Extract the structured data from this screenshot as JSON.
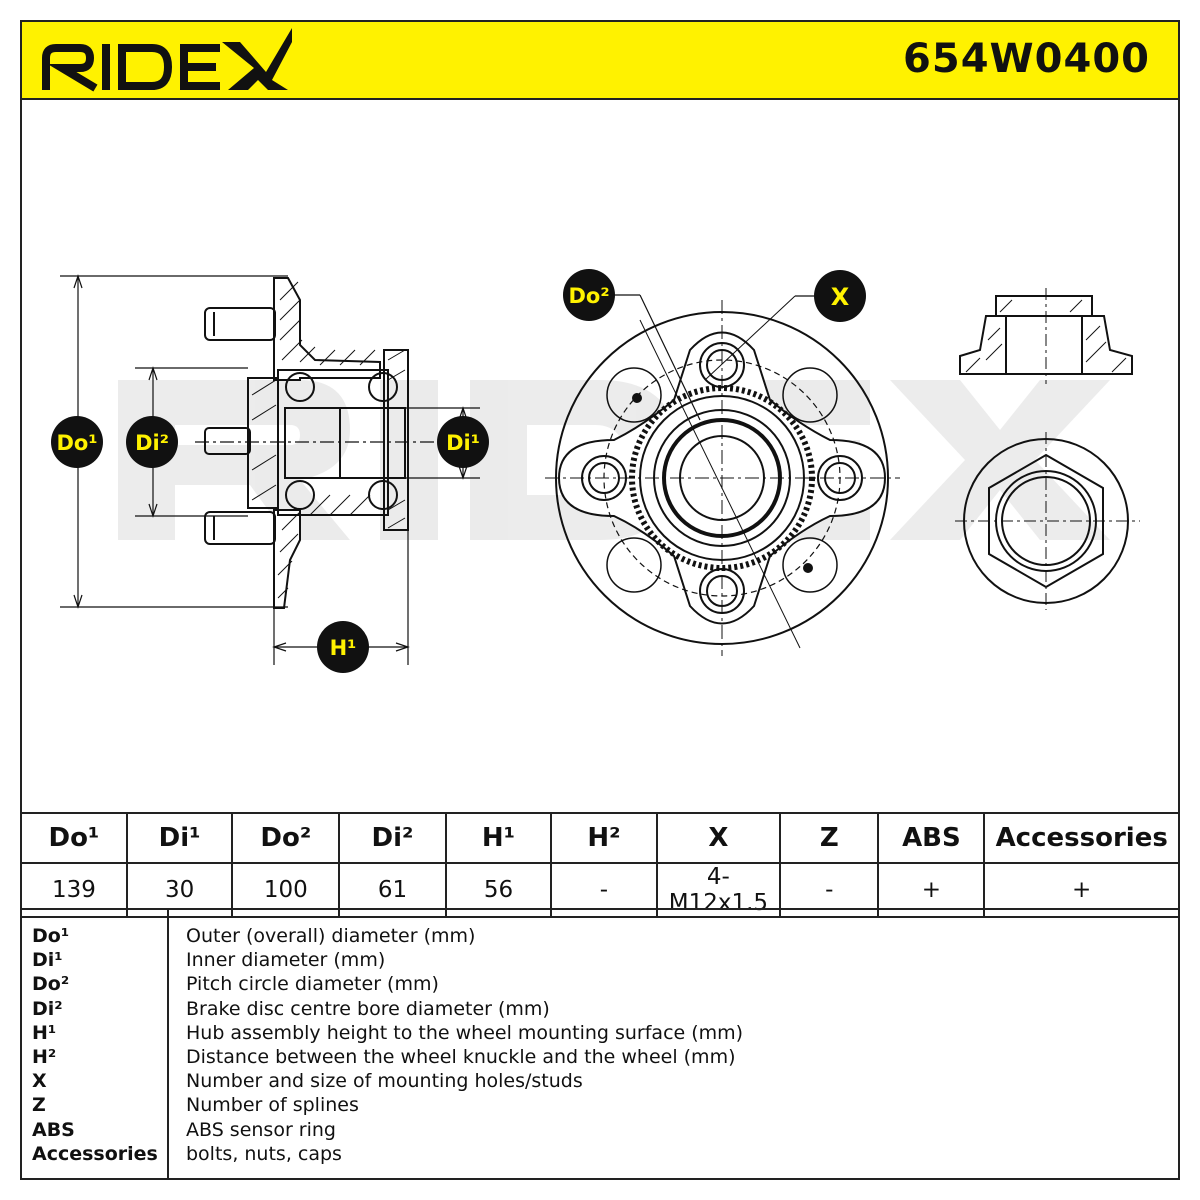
{
  "header": {
    "brand": "RIDEX",
    "part_number": "654W0400",
    "background_color": "#fff200"
  },
  "drawing": {
    "labels": {
      "do1": "Do¹",
      "di2": "Di²",
      "di1": "Di¹",
      "h1": "H¹",
      "do2": "Do²",
      "x": "X"
    },
    "watermark": "RIDEX"
  },
  "spec_table": {
    "headers": [
      "Do¹",
      "Di¹",
      "Do²",
      "Di²",
      "H¹",
      "H²",
      "X",
      "Z",
      "ABS",
      "Accessories"
    ],
    "values": [
      "139",
      "30",
      "100",
      "61",
      "56",
      "-",
      "4-M12x1.5",
      "-",
      "+",
      "+"
    ]
  },
  "legend": [
    {
      "key": "Do¹",
      "desc": "Outer (overall) diameter (mm)"
    },
    {
      "key": "Di¹",
      "desc": "Inner diameter (mm)"
    },
    {
      "key": "Do²",
      "desc": "Pitch circle diameter (mm)"
    },
    {
      "key": "Di²",
      "desc": "Brake disc centre bore diameter (mm)"
    },
    {
      "key": "H¹",
      "desc": "Hub assembly height to the wheel mounting surface (mm)"
    },
    {
      "key": "H²",
      "desc": "Distance between the wheel knuckle and the wheel (mm)"
    },
    {
      "key": "X",
      "desc": "Number and size of mounting holes/studs"
    },
    {
      "key": "Z",
      "desc": "Number of splines"
    },
    {
      "key": "ABS",
      "desc": "ABS sensor ring"
    },
    {
      "key": "Accessories",
      "desc": "bolts, nuts, caps"
    }
  ]
}
